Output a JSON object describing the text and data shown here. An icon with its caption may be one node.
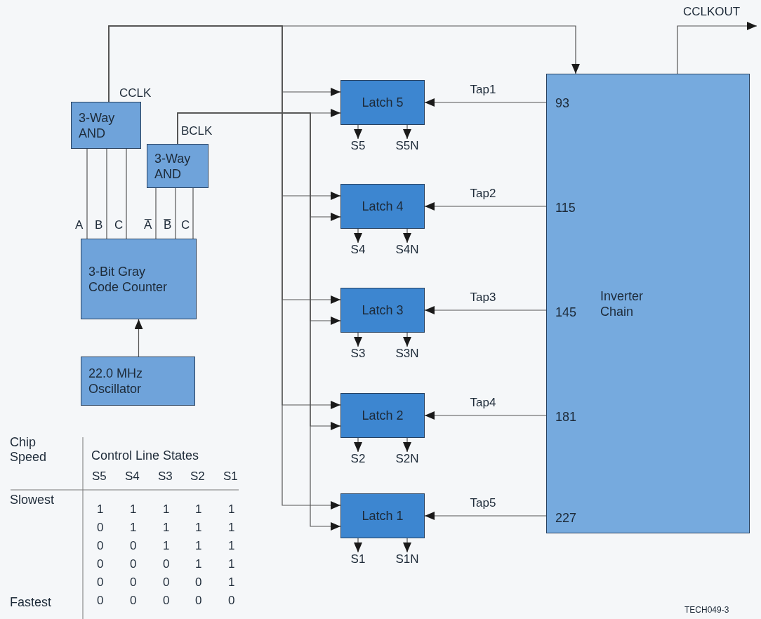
{
  "diagram": {
    "nodes": [
      {
        "text": [
          "3-Way AND"
        ],
        "beside": [
          "CCLK"
        ]
      },
      {
        "text": [
          "3-Way AND"
        ],
        "beside": [
          "BCLK"
        ]
      },
      {
        "text": [
          "3-Bit Gray Code Counter"
        ]
      },
      {
        "text": [
          "22.0 MHz Oscillator"
        ]
      },
      {
        "text": [
          "Latch 5"
        ]
      },
      {
        "text": [
          "Latch 4"
        ]
      },
      {
        "text": [
          "Latch 3"
        ]
      },
      {
        "text": [
          "Latch 2"
        ]
      },
      {
        "text": [
          "Latch 1"
        ]
      },
      {
        "text": [
          "93",
          "115",
          "145",
          "181",
          "227",
          "Inverter Chain"
        ]
      },
      {
        "text": [
          "S5"
        ]
      },
      {
        "text": [
          "S5N"
        ]
      },
      {
        "text": [
          "S4"
        ]
      },
      {
        "text": [
          "S4N"
        ]
      },
      {
        "text": [
          "S3"
        ]
      },
      {
        "text": [
          "S3N"
        ]
      },
      {
        "text": [
          "S2"
        ]
      },
      {
        "text": [
          "S2N"
        ]
      },
      {
        "text": [
          "S1"
        ]
      },
      {
        "text": [
          "S1N"
        ]
      }
    ],
    "edges": [
      {
        "from": 3,
        "to": 2,
        "arrow": "to"
      },
      {
        "from": 2,
        "to": 0,
        "arrow": "none",
        "label": "A"
      },
      {
        "from": 2,
        "to": 0,
        "arrow": "none",
        "label": "B"
      },
      {
        "from": 2,
        "to": 0,
        "arrow": "none",
        "label": "C"
      },
      {
        "from": 2,
        "to": 1,
        "arrow": "none",
        "label": "A̅"
      },
      {
        "from": 2,
        "to": 1,
        "arrow": "none",
        "label": "B̅"
      },
      {
        "from": 2,
        "to": 1,
        "arrow": "none",
        "label": "C"
      },
      {
        "from": 0,
        "to": 9,
        "arrow": "to"
      },
      {
        "from": 0,
        "to": 4,
        "arrow": "to"
      },
      {
        "from": 0,
        "to": 5,
        "arrow": "to"
      },
      {
        "from": 0,
        "to": 6,
        "arrow": "to"
      },
      {
        "from": 0,
        "to": 7,
        "arrow": "to"
      },
      {
        "from": 0,
        "to": 8,
        "arrow": "to"
      },
      {
        "from": 1,
        "to": 4,
        "arrow": "to"
      },
      {
        "from": 1,
        "to": 5,
        "arrow": "to"
      },
      {
        "from": 1,
        "to": 6,
        "arrow": "to"
      },
      {
        "from": 1,
        "to": 7,
        "arrow": "to"
      },
      {
        "from": 1,
        "to": 8,
        "arrow": "to"
      },
      {
        "from": 9,
        "to": 4,
        "arrow": "to",
        "label": "Tap1"
      },
      {
        "from": 9,
        "to": 5,
        "arrow": "to",
        "label": "Tap2"
      },
      {
        "from": 9,
        "to": 6,
        "arrow": "to",
        "label": "Tap3"
      },
      {
        "from": 9,
        "to": 7,
        "arrow": "to",
        "label": "Tap4"
      },
      {
        "from": 9,
        "to": 8,
        "arrow": "to",
        "label": "Tap5"
      },
      {
        "from": 4,
        "to": 10,
        "arrow": "to"
      },
      {
        "from": 4,
        "to": 11,
        "arrow": "to"
      },
      {
        "from": 5,
        "to": 12,
        "arrow": "to"
      },
      {
        "from": 5,
        "to": 13,
        "arrow": "to"
      },
      {
        "from": 6,
        "to": 14,
        "arrow": "to"
      },
      {
        "from": 6,
        "to": 15,
        "arrow": "to"
      },
      {
        "from": 7,
        "to": 16,
        "arrow": "to"
      },
      {
        "from": 7,
        "to": 17,
        "arrow": "to"
      },
      {
        "from": 8,
        "to": 18,
        "arrow": "to"
      },
      {
        "from": 8,
        "to": 19,
        "arrow": "to"
      },
      {
        "from": 9,
        "to": null,
        "arrow": "to",
        "label": "CCLKOUT"
      }
    ],
    "labels": [
      "Chip Speed",
      "Control Line States",
      "S5",
      "S4",
      "S3",
      "S2",
      "S1",
      "Slowest",
      "1",
      "1",
      "1",
      "1",
      "1",
      "0",
      "1",
      "1",
      "1",
      "1",
      "0",
      "0",
      "1",
      "1",
      "1",
      "0",
      "0",
      "0",
      "1",
      "1",
      "0",
      "0",
      "0",
      "0",
      "1",
      "Fastest",
      "0",
      "0",
      "0",
      "0",
      "0",
      "TECH049-3"
    ]
  }
}
